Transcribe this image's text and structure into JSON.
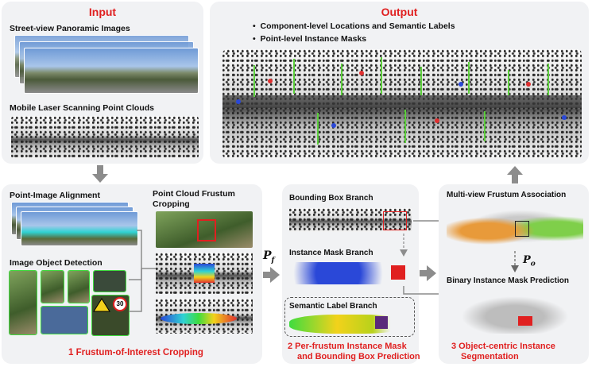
{
  "input": {
    "title": "Input",
    "pano_label": "Street-view Panoramic Images",
    "mls_label": "Mobile Laser Scanning Point Clouds"
  },
  "output": {
    "title": "Output",
    "bullet1": "Component-level Locations and Semantic Labels",
    "bullet2": "Point-level Instance Masks"
  },
  "stage1": {
    "alignment_label": "Point-Image Alignment",
    "detection_label": "Image Object Detection",
    "frustum_label": "Point Cloud Frustum Cropping",
    "caption": "1  Frustum-of-Interest Cropping"
  },
  "stage2": {
    "bbox_label": "Bounding Box Branch",
    "mask_label": "Instance Mask Branch",
    "semantic_label": "Semantic Label Branch",
    "caption_line1": "2  Per-frustum Instance Mask",
    "caption_line2": "and Bounding Box Prediction"
  },
  "stage3": {
    "assoc_label": "Multi-view Frustum Association",
    "binary_label": "Binary Instance Mask Prediction",
    "caption_line1": "3  Object-centric Instance",
    "caption_line2": "Segmentation"
  },
  "symbols": {
    "pf_main": "P",
    "pf_sub": "f",
    "po_main": "P",
    "po_sub": "o"
  },
  "signs": {
    "speed": "30"
  },
  "colors": {
    "title_red": "#e02020",
    "panel_bg": "#f1f2f4",
    "arrow_gray": "#8c8c8c"
  }
}
